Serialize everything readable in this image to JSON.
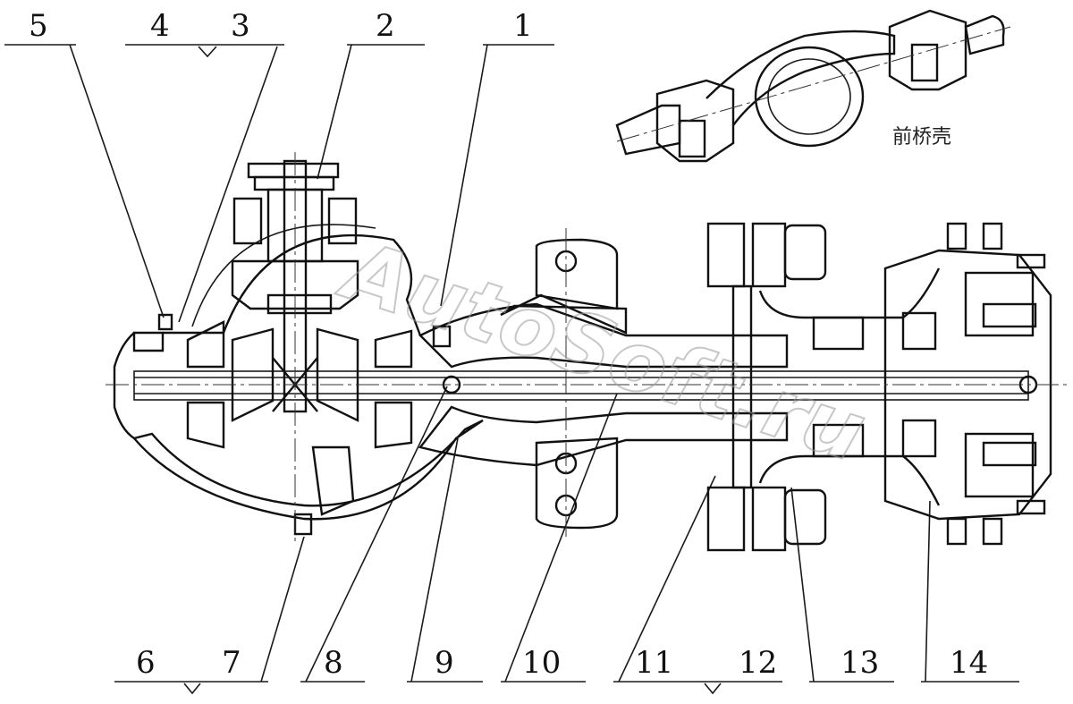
{
  "labels_top": [
    "5",
    "4",
    "3",
    "2",
    "1"
  ],
  "labels_bottom": [
    "6",
    "7",
    "8",
    "9",
    "10",
    "11",
    "12",
    "13",
    "14"
  ],
  "caption": "前桥壳",
  "watermark": "AutoSoft.ru"
}
